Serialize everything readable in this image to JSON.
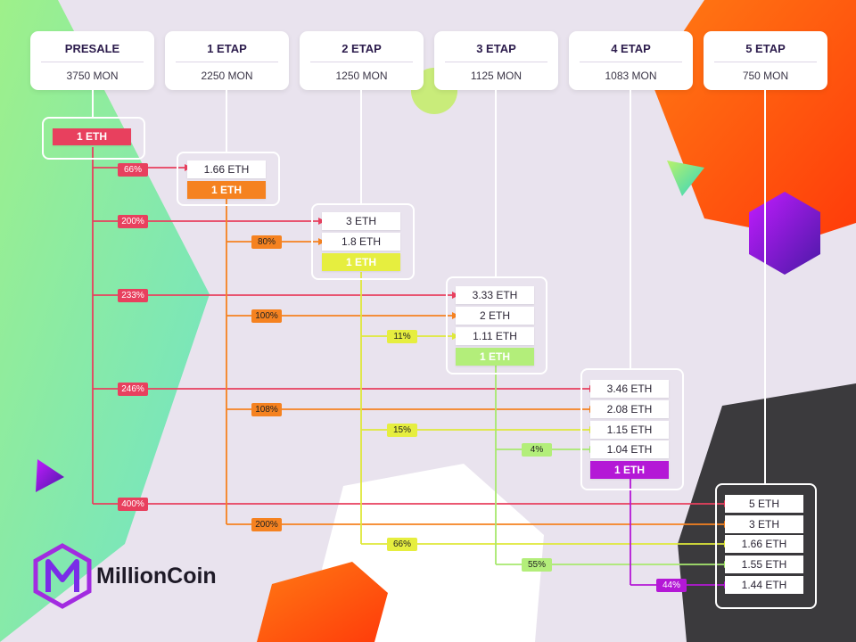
{
  "stages": [
    {
      "name": "PRESALE",
      "price": "3750 MON"
    },
    {
      "name": "1 ETAP",
      "price": "2250 MON"
    },
    {
      "name": "2 ETAP",
      "price": "1250 MON"
    },
    {
      "name": "3 ETAP",
      "price": "1125 MON"
    },
    {
      "name": "4 ETAP",
      "price": "1083 MON"
    },
    {
      "name": "5 ETAP",
      "price": "750 MON"
    }
  ],
  "colors": {
    "presale": "#e8405e",
    "etap1": "#f58220",
    "etap2": "#e6ee3f",
    "etap3": "#b3ee7a",
    "etap4": "#b418d6",
    "brand": "#a22be0"
  },
  "investment_label": "1 ETH",
  "stage_blocks": [
    {
      "values": [
        "1 ETH"
      ]
    },
    {
      "values": [
        "1.66 ETH",
        "1 ETH"
      ]
    },
    {
      "values": [
        "3 ETH",
        "1.8 ETH",
        "1 ETH"
      ]
    },
    {
      "values": [
        "3.33 ETH",
        "2 ETH",
        "1.11 ETH",
        "1 ETH"
      ]
    },
    {
      "values": [
        "3.46 ETH",
        "2.08 ETH",
        "1.15 ETH",
        "1.04 ETH",
        "1 ETH"
      ]
    },
    {
      "values": [
        "5 ETH",
        "3 ETH",
        "1.66 ETH",
        "1.55 ETH",
        "1.44 ETH"
      ]
    }
  ],
  "growth": [
    {
      "from": "PRESALE",
      "labels": [
        "66%",
        "200%",
        "233%",
        "246%",
        "400%"
      ]
    },
    {
      "from": "1 ETAP",
      "labels": [
        "80%",
        "100%",
        "108%",
        "200%"
      ]
    },
    {
      "from": "2 ETAP",
      "labels": [
        "11%",
        "15%",
        "66%"
      ]
    },
    {
      "from": "3 ETAP",
      "labels": [
        "4%",
        "55%"
      ]
    },
    {
      "from": "4 ETAP",
      "labels": [
        "44%"
      ]
    }
  ],
  "brand": {
    "name": "MillionCoin",
    "logo": "millioncoin-hexagon-logo"
  }
}
